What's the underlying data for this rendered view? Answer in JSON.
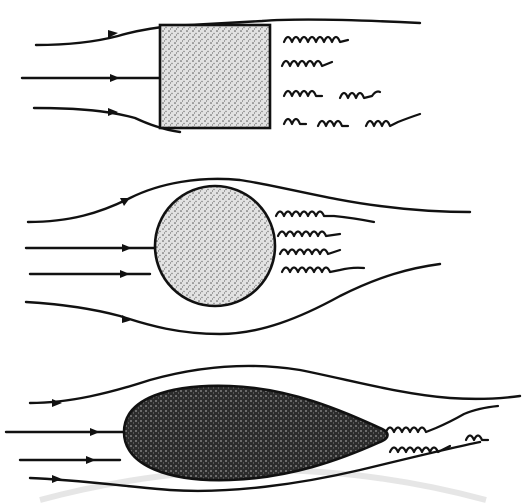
{
  "figure": {
    "background": "#ffffff",
    "ink": "#111111",
    "panels": [
      {
        "shape": "square",
        "fill": "#d9d9d9",
        "stipple": "light"
      },
      {
        "shape": "circle",
        "fill": "#d4d4d4",
        "stipple": "light"
      },
      {
        "shape": "teardrop",
        "fill": "#3a3a3a",
        "stipple": "dark"
      }
    ]
  }
}
